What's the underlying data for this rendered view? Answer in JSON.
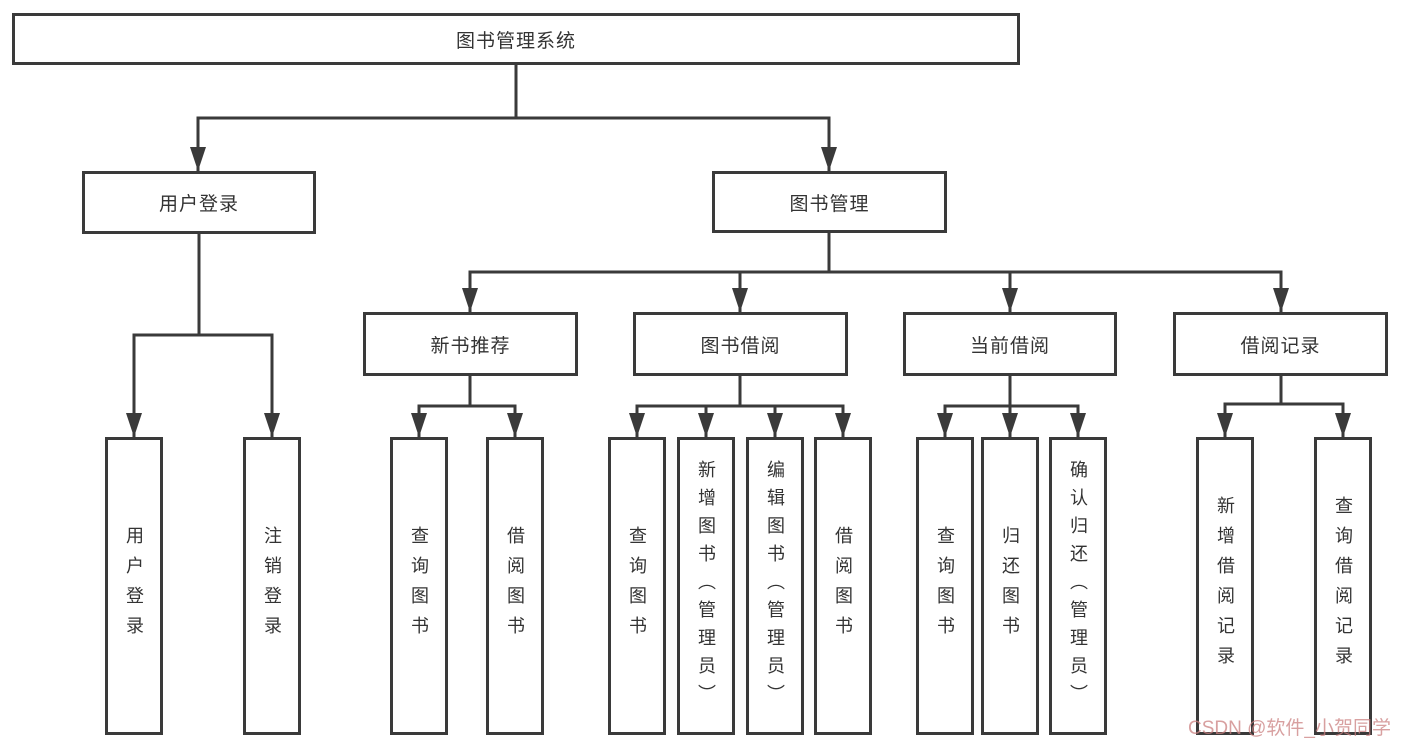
{
  "tree": {
    "root": {
      "label": "图书管理系统",
      "children": [
        {
          "label": "用户登录",
          "children": [
            {
              "label": "用户登录"
            },
            {
              "label": "注销登录"
            }
          ]
        },
        {
          "label": "图书管理",
          "children": [
            {
              "label": "新书推荐",
              "children": [
                {
                  "label": "查询图书"
                },
                {
                  "label": "借阅图书"
                }
              ]
            },
            {
              "label": "图书借阅",
              "children": [
                {
                  "label": "查询图书"
                },
                {
                  "label": "新增图书（管理员）"
                },
                {
                  "label": "编辑图书（管理员）"
                },
                {
                  "label": "借阅图书"
                }
              ]
            },
            {
              "label": "当前借阅",
              "children": [
                {
                  "label": "查询图书"
                },
                {
                  "label": "归还图书"
                },
                {
                  "label": "确认归还（管理员）"
                }
              ]
            },
            {
              "label": "借阅记录",
              "children": [
                {
                  "label": "新增借阅记录"
                },
                {
                  "label": "查询借阅记录"
                }
              ]
            }
          ]
        }
      ]
    }
  },
  "watermark": {
    "text": "CSDN @软件_小贺同学"
  },
  "colors": {
    "line": "#3a3a3a",
    "box_border": "#3a3a3a",
    "box_fill": "#ffffff",
    "text": "#333333",
    "watermark": "#cb8080",
    "background": "#ffffff"
  }
}
